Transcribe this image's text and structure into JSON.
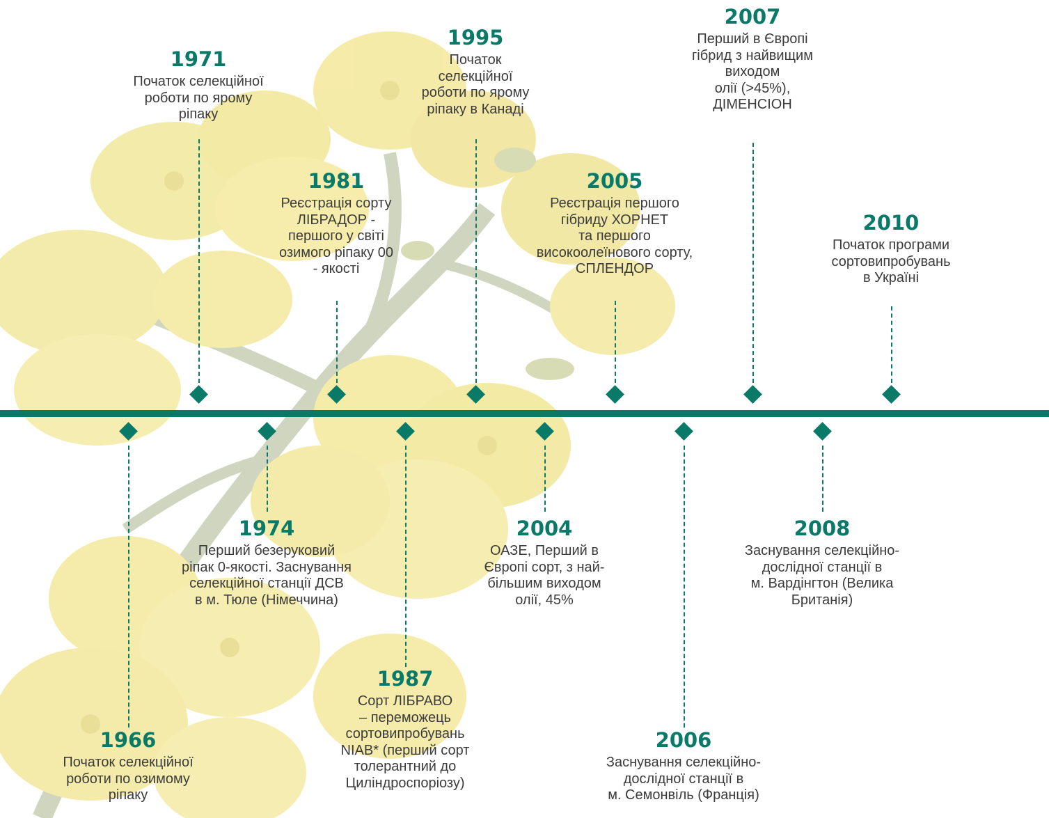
{
  "events": {
    "e1966": {
      "year": "1966",
      "text": "Початок селекційної\nроботи по озимому\nріпаку"
    },
    "e1971": {
      "year": "1971",
      "text": "Початок селекційної\nроботи по ярому\nріпаку"
    },
    "e1974": {
      "year": "1974",
      "text": "Перший безеруковий\nріпак 0-якості. Заснування\nселекційної станції ДСВ\nв м. Тюле (Німеччина)"
    },
    "e1981": {
      "year": "1981",
      "text": "Реєстрація сорту\nЛІБРАДОР -\nпершого у світі\nозимого ріпаку 00\n- якості"
    },
    "e1987": {
      "year": "1987",
      "text": "Сорт ЛІБРАВО\n– переможець\nсортовипробувань\nNIAB* (перший сорт\nтолерантний до\nЦиліндроспоріозу)"
    },
    "e1995": {
      "year": "1995",
      "text": "Початок\nселекційної\nроботи по ярому\nріпаку в Канаді"
    },
    "e2004": {
      "year": "2004",
      "text": "ОАЗЕ, Перший в\nЄвропі сорт, з най-\nбільшим виходом\nолії, 45%"
    },
    "e2005": {
      "year": "2005",
      "text": "Реєстрація першого\nгібриду ХОРНЕТ\nта першого\nвисокоолеїнового сорту,\nСПЛЕНДОР"
    },
    "e2006": {
      "year": "2006",
      "text": "Заснування селекційно-\nдослідної станції в\nм. Семонвіль (Франція)"
    },
    "e2007": {
      "year": "2007",
      "text": "Перший в Європі\nгібрид з найвищим\nвиходом\nолії (>45%),\nДІМЕНСІОН"
    },
    "e2008": {
      "year": "2008",
      "text": "Заснування селекційно-\nдослідної станції в\nм. Вардінгтон (Велика\nБританія)"
    },
    "e2010": {
      "year": "2010",
      "text": "Початок програми\nсортовипробувань\nв Україні"
    }
  },
  "colors": {
    "accent": "#0a7a68",
    "text": "#3b3b3b",
    "flower": "#e9d96a"
  },
  "background_image": "rapeseed-flower-branch"
}
